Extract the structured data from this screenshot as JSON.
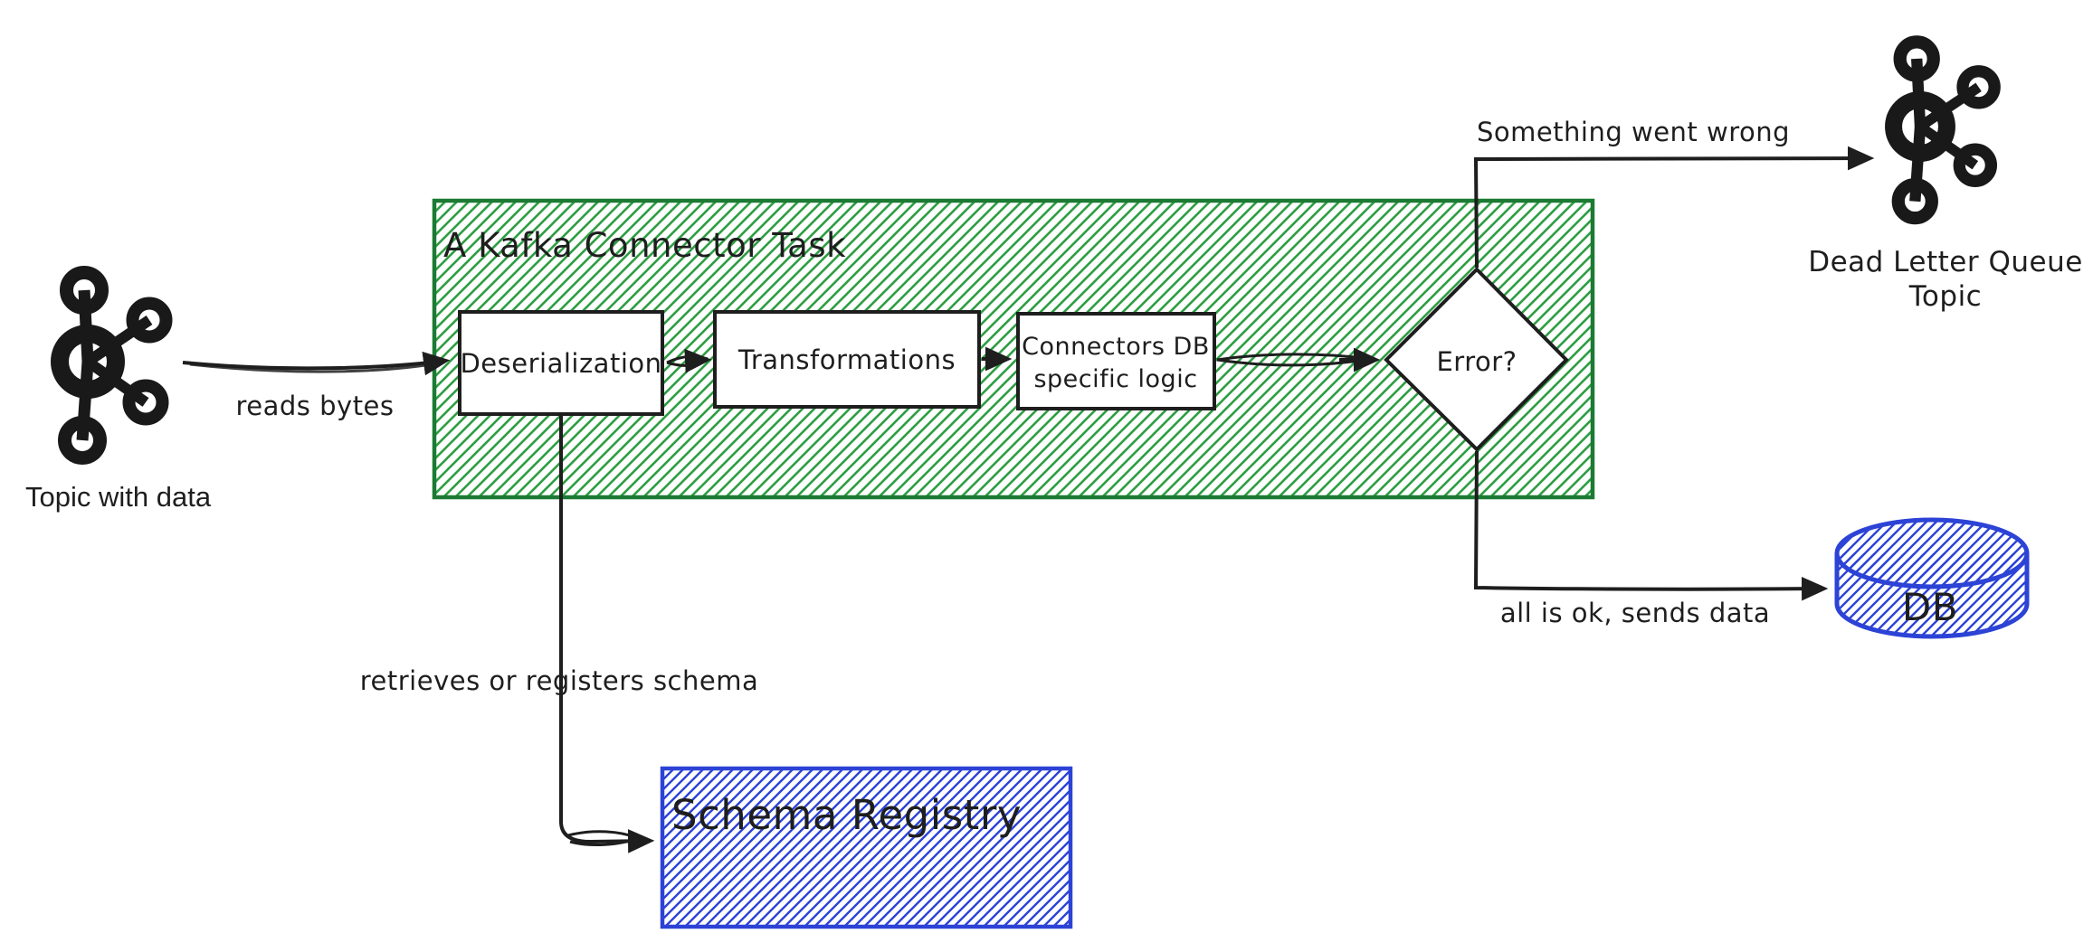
{
  "diagram": {
    "title": "A Kafka Connector Task",
    "nodes": {
      "topic_with_data": {
        "label": "Topic with data"
      },
      "deserialization": {
        "label": "Deserialization"
      },
      "transformations": {
        "label": "Transformations"
      },
      "connectors_db_logic": {
        "line1": "Connectors DB",
        "line2": "specific logic"
      },
      "error": {
        "label": "Error?"
      },
      "dead_letter_queue": {
        "line1": "Dead Letter Queue",
        "line2": "Topic"
      },
      "db": {
        "label": "DB"
      },
      "schema_registry": {
        "label": "Schema Registry"
      }
    },
    "edges": {
      "reads_bytes": {
        "label": "reads bytes"
      },
      "something_went_wrong": {
        "label": "Something went wrong"
      },
      "all_ok": {
        "label": "all is ok, sends data"
      },
      "retrieves_schema": {
        "label": "retrieves or registers schema"
      }
    },
    "colors": {
      "ink": "#1e1e1e",
      "green_hatch": "#2f9e44",
      "green_border": "#1c7a33",
      "blue": "#2c43d6"
    }
  }
}
